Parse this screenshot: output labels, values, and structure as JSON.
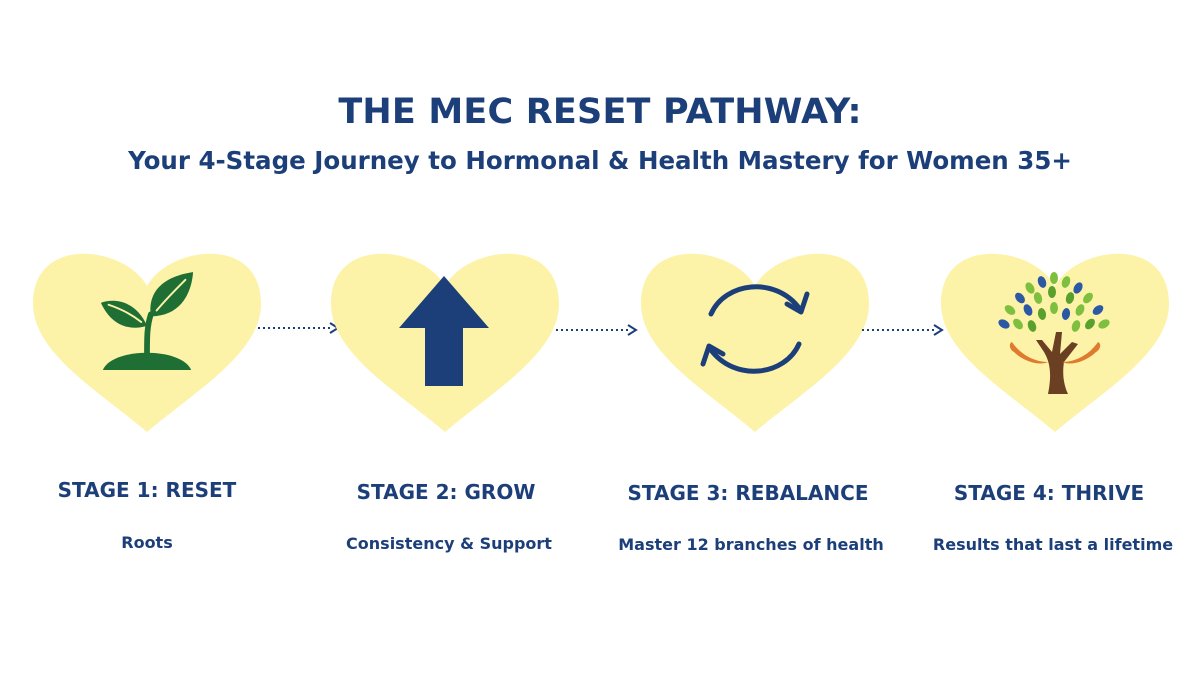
{
  "header": {
    "title": "THE MEC RESET PATHWAY:",
    "subtitle": "Your 4-Stage Journey to Hormonal & Health Mastery for Women 35+"
  },
  "colors": {
    "navy": "#1c3f7a",
    "heart_fill": "#fcf3a9",
    "sprout_green": "#1f6e34",
    "leaf_green": "#7fbf3f",
    "leaf_blue": "#2b59a3",
    "trunk_brown": "#6b3f22",
    "hands_orange": "#e07a2c"
  },
  "icons": [
    "sprout-icon",
    "arrow-up-icon",
    "cycle-arrows-icon",
    "tree-hands-icon"
  ],
  "stages": [
    {
      "title": "STAGE 1: RESET",
      "description": "Roots"
    },
    {
      "title": "STAGE 2: GROW",
      "description": "Consistency & Support"
    },
    {
      "title": "STAGE 3: REBALANCE",
      "description": "Master 12 branches of health"
    },
    {
      "title": "STAGE 4: THRIVE",
      "description": "Results that last a lifetime"
    }
  ]
}
